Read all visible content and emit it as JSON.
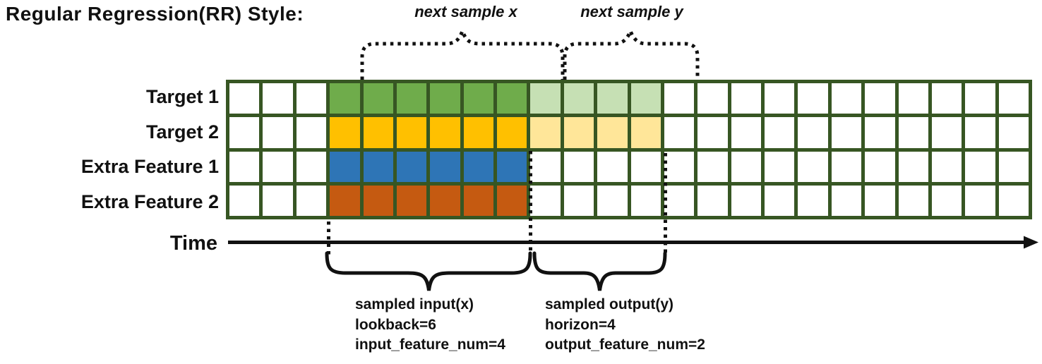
{
  "title": "Regular Regression(RR) Style:",
  "colors": {
    "ink": "#111111",
    "grid_border": "#375623"
  },
  "grid": {
    "columns": 24,
    "lookback_start_col": 3,
    "lookback_len": 6,
    "horizon_len": 4,
    "rows": [
      {
        "label": "Target 1",
        "lookback_color": "#6FAC4B",
        "horizon_color": "#C6E0B4"
      },
      {
        "label": "Target 2",
        "lookback_color": "#FFC000",
        "horizon_color": "#FFE699"
      },
      {
        "label": "Extra Feature 1",
        "lookback_color": "#2E75B6",
        "horizon_color": null
      },
      {
        "label": "Extra Feature 2",
        "lookback_color": "#C55A11",
        "horizon_color": null
      }
    ]
  },
  "annotations": {
    "next_sample_x": "next sample x",
    "next_sample_y": "next sample y",
    "time_label": "Time",
    "input_note": [
      "sampled input(x)",
      "lookback=6",
      "input_feature_num=4"
    ],
    "output_note": [
      "sampled output(y)",
      "horizon=4",
      "output_feature_num=2"
    ]
  }
}
